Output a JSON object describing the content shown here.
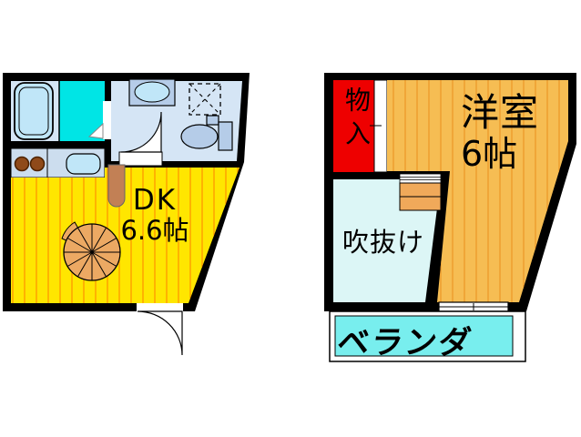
{
  "floor1": {
    "dk": {
      "name": "DK",
      "size": "6.6帖"
    }
  },
  "floor2": {
    "western_room": {
      "name": "洋室",
      "size": "6帖"
    },
    "closet": {
      "name": "物入"
    },
    "void": {
      "name": "吹抜け"
    },
    "veranda": {
      "name": "ベランダ"
    }
  },
  "icons": {
    "bathtub": "rounded-rect-double-outline",
    "washroom": "cyan-square",
    "washbasin": "oval-in-rect",
    "shower_unit": "dashed-square-with-x",
    "toilet": "ellipse-with-tank",
    "stove_burners": "two-brown-circles",
    "kitchen_sink": "rounded-rect",
    "spiral_staircase": "circle-with-12-spokes",
    "stairs": "two-steps-with-treads",
    "swing_door": "quarter-circle-arc",
    "folding_door": "small-triangle",
    "sliding_door": "white-strip-with-tick",
    "window": "double-line-strip"
  },
  "colors": {
    "wall": "#000000",
    "dk_floor": "#ffe600",
    "dk_stripe": "#ff8000",
    "western_floor": "#f6bd53",
    "western_stripe": "#ea8f1e",
    "closet": "#ee0000",
    "void_fill": "#dcf6f6",
    "veranda_fill": "#78eeee",
    "wet_floor": "#d5e5f5",
    "washroom": "#00e5e5",
    "fixture": "#c0e6f8",
    "fixture_dark": "#b5cce8",
    "counter": "#ccddee",
    "stair": "#eca963",
    "step": "#f0a95a",
    "door_tan": "#c28055",
    "burner": "#8f4a1a"
  }
}
